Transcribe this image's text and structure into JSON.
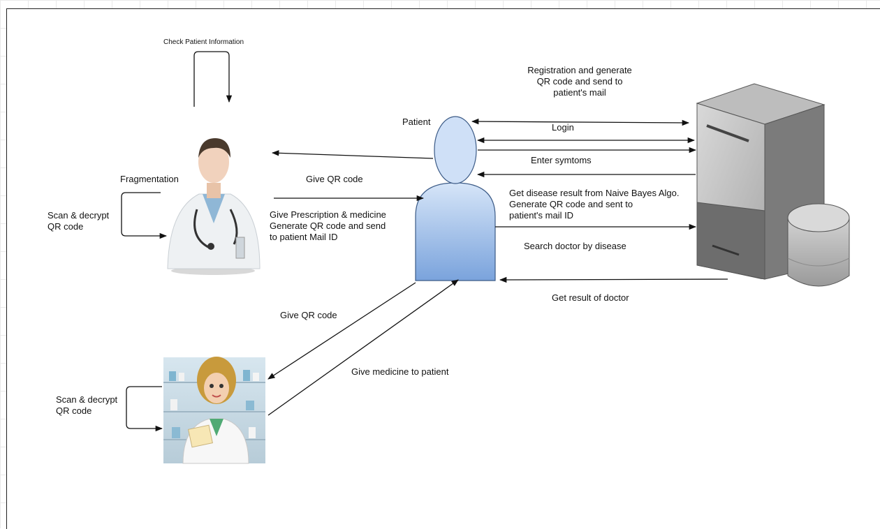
{
  "labels": {
    "check_patient_info": "Check Patient Information",
    "fragmentation": "Fragmentation",
    "scan_decrypt_doctor": "Scan & decrypt\nQR code",
    "scan_decrypt_pharmacist": "Scan & decrypt\nQR code",
    "patient": "Patient",
    "give_qr_code_doctor": "Give QR code",
    "give_prescription": "Give Prescription & medicine\nGenerate QR code and send\nto patient Mail ID",
    "give_qr_code_pharmacist": "Give QR code",
    "give_medicine": "Give medicine to patient",
    "registration": "Registration and generate\nQR code and send to\npatient's mail",
    "login": "Login",
    "enter_symptoms": "Enter symtoms",
    "disease_result": "Get disease result from Naive Bayes Algo.\nGenerate QR code and sent to\npatient's mail ID",
    "search_doctor": "Search doctor by disease",
    "result_of_doctor": "Get result of doctor"
  },
  "actors": {
    "doctor_icon": "doctor-icon",
    "pharmacist_icon": "pharmacist-icon",
    "patient_icon": "user-icon",
    "server_icon": "server-icon",
    "database_icon": "database-icon"
  },
  "colors": {
    "patient_fill_top": "#cfe0f7",
    "patient_fill_bottom": "#7ea6de",
    "patient_stroke": "#3b5a86",
    "server": "#8e8e8e",
    "arrow": "#111111"
  }
}
